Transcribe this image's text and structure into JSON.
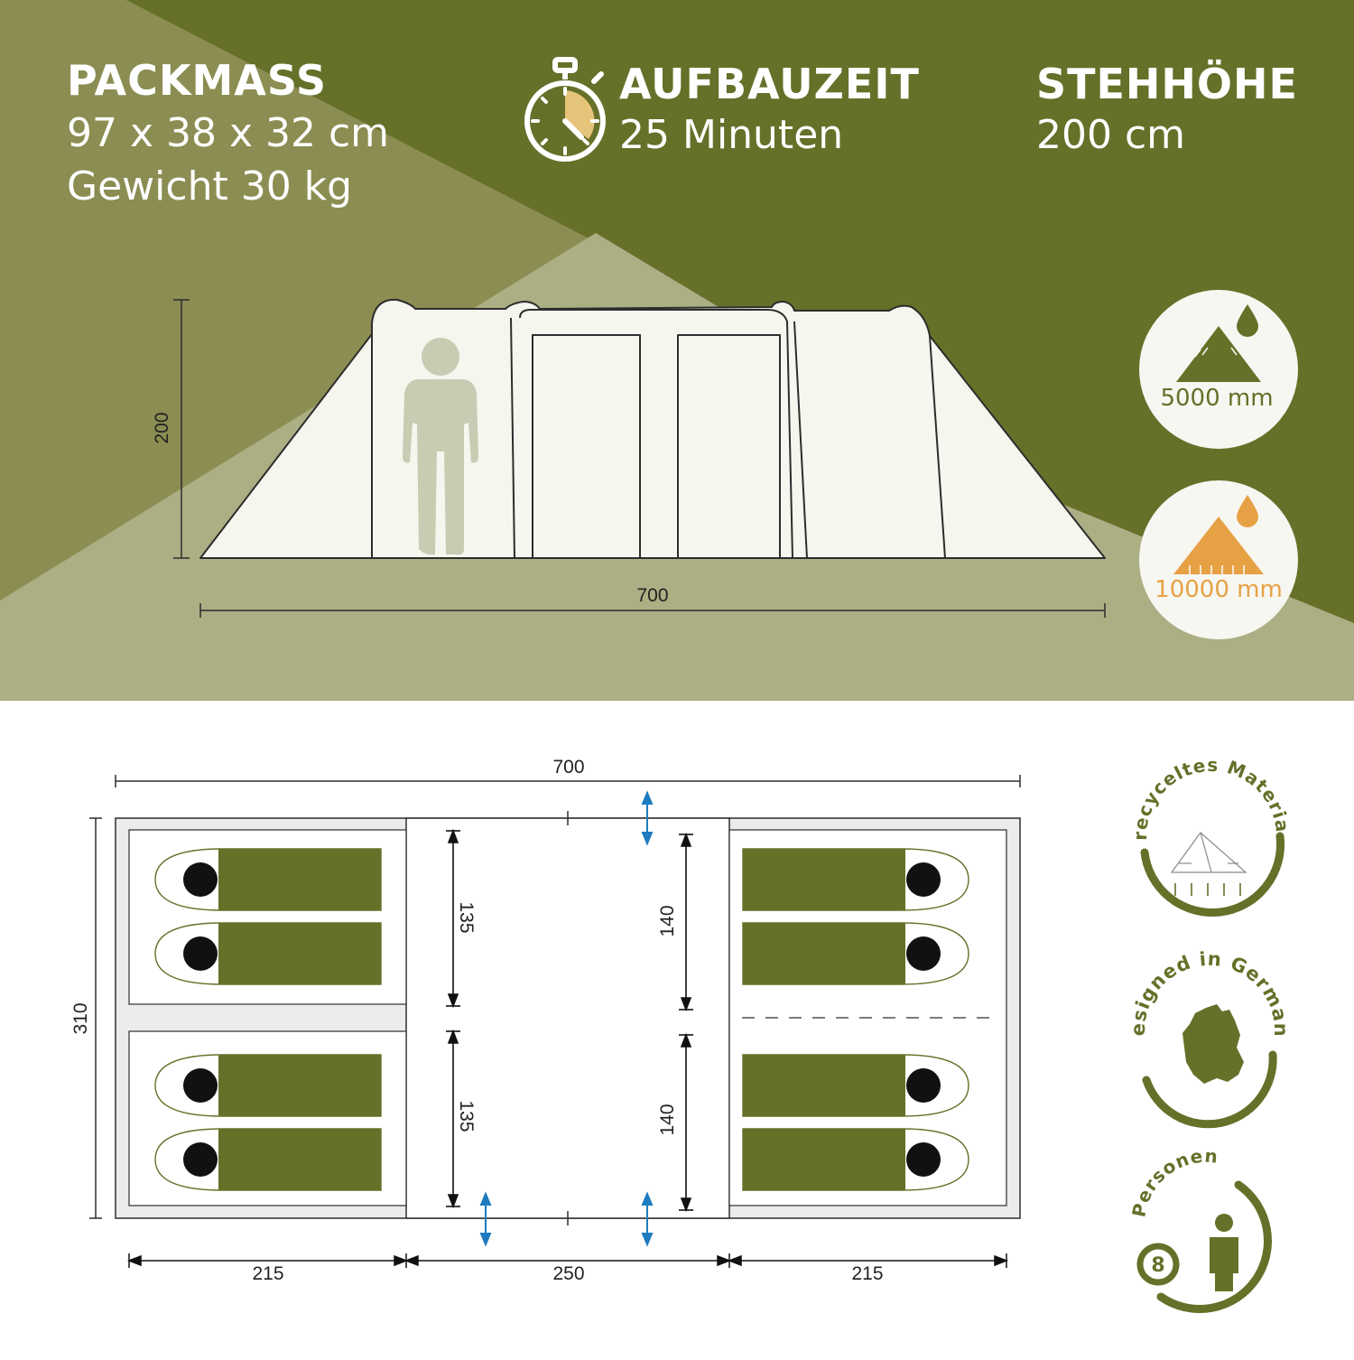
{
  "specs": {
    "pack": {
      "heading": "PACKMASS",
      "line1": "97 x 38 x 32 cm",
      "line2": "Gewicht 30 kg"
    },
    "time": {
      "heading": "AUFBAUZEIT",
      "value": "25 Minuten"
    },
    "height": {
      "heading": "STEHHÖHE",
      "value": "200 cm"
    }
  },
  "badges": {
    "water_column_roof": "5000 mm",
    "water_column_floor": "10000 mm"
  },
  "side_view": {
    "height_label": "200",
    "length_label": "700"
  },
  "floor_plan": {
    "total_length": "700",
    "total_width": "310",
    "left_width": "215",
    "center_width": "250",
    "right_width": "215",
    "left_cabin_depth_top": "135",
    "left_cabin_depth_bottom": "135",
    "right_cabin_depth_top": "140",
    "right_cabin_depth_bottom": "140"
  },
  "features": {
    "recycled": "recyceltes Material",
    "germany": "designed in Germany",
    "persons_label": "Personen",
    "persons_count": "8"
  },
  "colors": {
    "olive_dark": "#667029",
    "olive_mid": "#8b8d52",
    "olive_light": "#acae84",
    "cream": "#f6f6ef",
    "orange": "#e7a145",
    "badge_bg": "#f7f7f2",
    "arrow_blue": "#1e7bbf"
  }
}
